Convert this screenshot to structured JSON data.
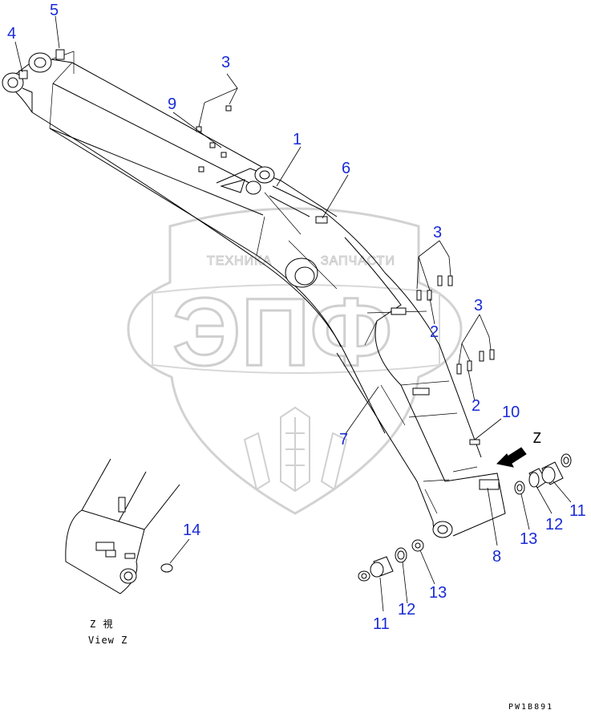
{
  "watermark": {
    "top_text_left": "ТЕХНИКА",
    "top_text_right": "ЗАПЧАСТИ",
    "big_text": "ЭПФ"
  },
  "callouts": [
    {
      "id": "c1",
      "label": "1"
    },
    {
      "id": "c2a",
      "label": "2"
    },
    {
      "id": "c2b",
      "label": "2"
    },
    {
      "id": "c3a",
      "label": "3"
    },
    {
      "id": "c3b",
      "label": "3"
    },
    {
      "id": "c3c",
      "label": "3"
    },
    {
      "id": "c4",
      "label": "4"
    },
    {
      "id": "c5",
      "label": "5"
    },
    {
      "id": "c6",
      "label": "6"
    },
    {
      "id": "c7",
      "label": "7"
    },
    {
      "id": "c8",
      "label": "8"
    },
    {
      "id": "c9",
      "label": "9"
    },
    {
      "id": "c10",
      "label": "10"
    },
    {
      "id": "c11a",
      "label": "11"
    },
    {
      "id": "c11b",
      "label": "11"
    },
    {
      "id": "c12a",
      "label": "12"
    },
    {
      "id": "c12b",
      "label": "12"
    },
    {
      "id": "c13a",
      "label": "13"
    },
    {
      "id": "c13b",
      "label": "13"
    },
    {
      "id": "c14",
      "label": "14"
    }
  ],
  "view_arrow_label": "Z",
  "view_caption": {
    "line1": "Z 視",
    "line2": "View Z"
  },
  "drawing_code": "PW1B891"
}
